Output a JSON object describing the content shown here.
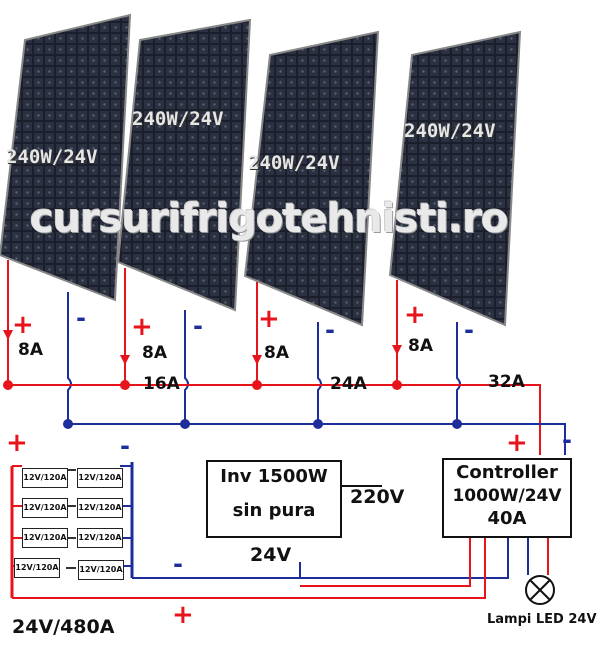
{
  "panels": [
    {
      "label": "240W/24V",
      "current": "8A"
    },
    {
      "label": "240W/24V",
      "current": "8A"
    },
    {
      "label": "240W/24V",
      "current": "8A"
    },
    {
      "label": "240W/24V",
      "current": "8A"
    }
  ],
  "watermark": "cursurifrigotehnisti.ro",
  "bus_currents": [
    "16A",
    "24A",
    "32A"
  ],
  "polarity": {
    "plus": "+",
    "minus": "-"
  },
  "inverter": {
    "line1": "Inv 1500W",
    "line2": "sin pura",
    "output": "220V",
    "input": "24V"
  },
  "controller": {
    "line1": "Controller",
    "line2": "1000W/24V",
    "line3": "40A"
  },
  "battery_cell": "12V/120A",
  "battery_bank": "24V/480A",
  "lamp_label": "Lampi LED 24V",
  "colors": {
    "positive": "#e8141b",
    "negative": "#1d2e9c",
    "panel": "#1f2430"
  }
}
